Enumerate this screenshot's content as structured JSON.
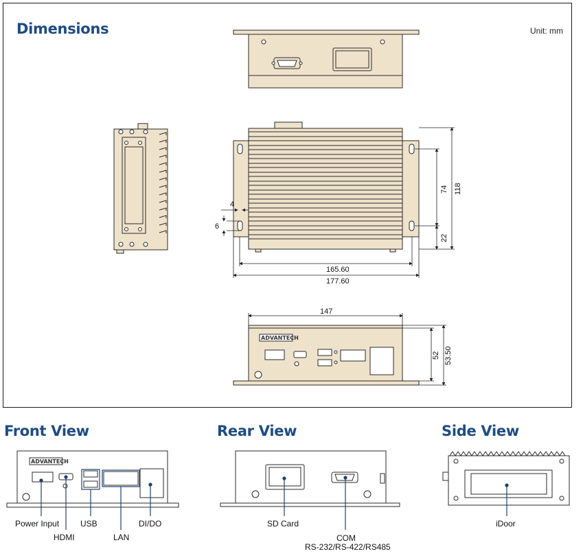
{
  "headings": {
    "dimensions": "Dimensions",
    "front": "Front View",
    "rear": "Rear View",
    "side": "Side View"
  },
  "unit": "Unit: mm",
  "dimensions": {
    "d_4": "4",
    "d_6": "6",
    "d_74": "74",
    "d_118": "118",
    "d_22": "22",
    "d_165_60": "165.60",
    "d_177_60": "177.60",
    "d_147": "147",
    "d_52": "52",
    "d_53_50": "53.50"
  },
  "brand": "ADVANTECH",
  "front_labels": {
    "power_input": "Power Input",
    "hdmi": "HDMI",
    "usb": "USB",
    "lan": "LAN",
    "dido": "DI/DO"
  },
  "rear_labels": {
    "sd_card": "SD Card",
    "com": "COM",
    "com_sub": "RS-232/RS-422/RS485"
  },
  "side_labels": {
    "idoor": "iDoor"
  },
  "colors": {
    "heading": "#1e4c84",
    "body": "#efe2cb",
    "outline": "#2a2a2a"
  }
}
